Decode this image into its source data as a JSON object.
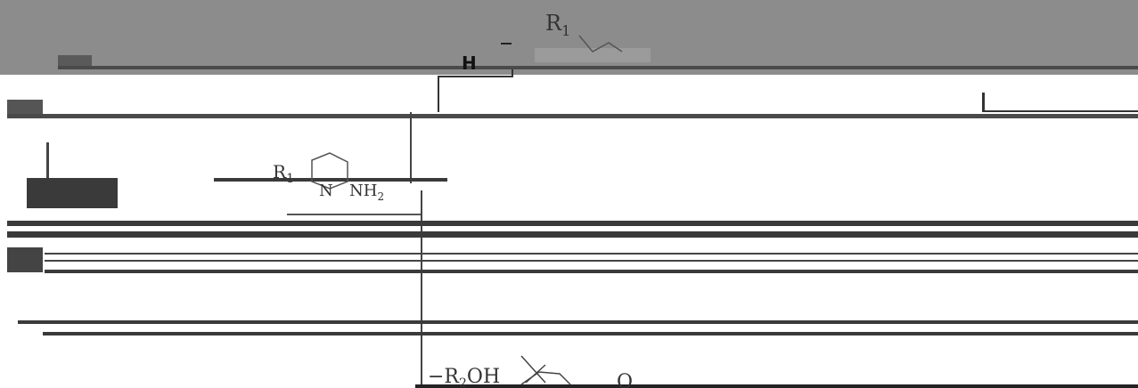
{
  "labels": {
    "r1_top": "R",
    "r1_top_sub": "1",
    "h_label": "H",
    "r1_mid": "R",
    "r1_mid_sub": "1",
    "n_label": "N",
    "nh2": "NH",
    "nh2_sub": "2",
    "r2oh": "−R",
    "r2oh_sub": "2",
    "r2oh_tail": "OH",
    "o_label": "O"
  },
  "colors": {
    "band": "#8a8a8a",
    "line": "#4a4a4a",
    "ink": "#2a2a2a"
  }
}
